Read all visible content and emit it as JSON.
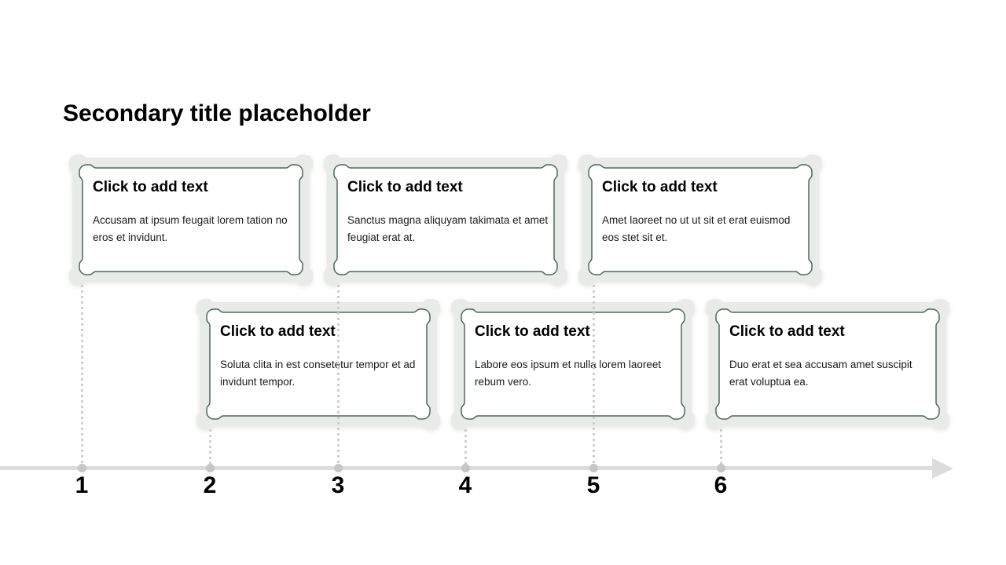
{
  "slide": {
    "title": "Secondary title placeholder"
  },
  "cards": [
    {
      "number": "1",
      "row": "top",
      "heading": "Click to add text",
      "body": "Accusam at ipsum feugait lorem tation no eros et invidunt."
    },
    {
      "number": "2",
      "row": "bottom",
      "heading": "Click to add text",
      "body": "Soluta clita in est consetetur tempor et ad invidunt tempor."
    },
    {
      "number": "3",
      "row": "top",
      "heading": "Click to add text",
      "body": "Sanctus magna aliquyam takimata et amet feugiat erat at."
    },
    {
      "number": "4",
      "row": "bottom",
      "heading": "Click to add text",
      "body": "Labore eos ipsum et nulla lorem laoreet rebum vero."
    },
    {
      "number": "5",
      "row": "top",
      "heading": "Click to add text",
      "body": "Amet laoreet no ut ut sit et erat euismod eos stet sit et."
    },
    {
      "number": "6",
      "row": "bottom",
      "heading": "Click to add text",
      "body": "Duo erat et sea accusam amet suscipit erat voluptua ea."
    }
  ],
  "timeline": {
    "markers": [
      "1",
      "2",
      "3",
      "4",
      "5",
      "6"
    ]
  },
  "colors": {
    "card_frame_fill": "#e8ebe8",
    "card_border_green": "#4c6a5d",
    "card_inner_fill": "#ffffff",
    "timeline_line": "#dcdcdc",
    "timeline_dot": "#c6c6c6",
    "connector_dots": "#cfcfcf",
    "text": "#000000"
  }
}
